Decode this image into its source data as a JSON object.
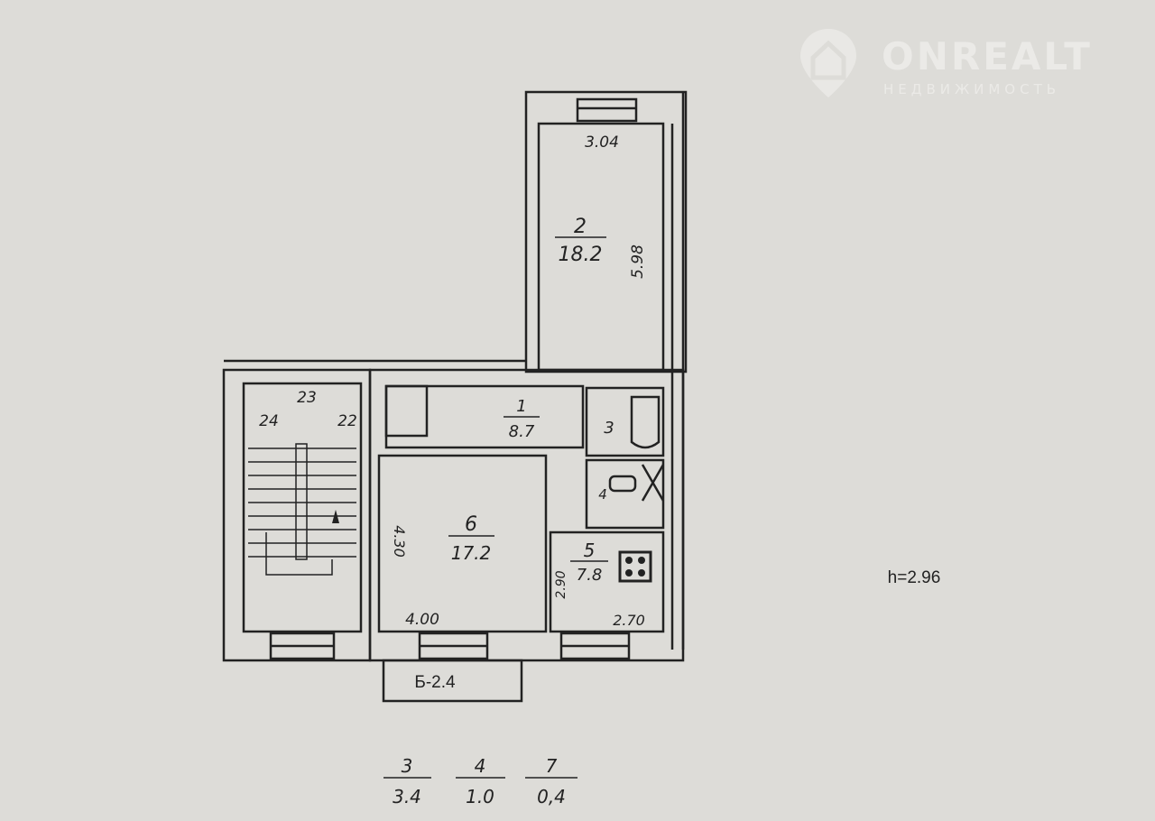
{
  "watermark": {
    "brand": "ONREALT",
    "subtitle": "НЕДВИЖИМОСТЬ"
  },
  "ceiling_height": "h=2.96",
  "balcony": "Б-2.4",
  "rooms": [
    {
      "number": "1",
      "area": "8.7"
    },
    {
      "number": "2",
      "area": "18.2",
      "width": "3.04",
      "length": "5.98"
    },
    {
      "number": "3"
    },
    {
      "number": "4"
    },
    {
      "number": "5",
      "area": "7.8",
      "width": "2.70",
      "length": "2.90"
    },
    {
      "number": "6",
      "area": "17.2",
      "width": "4.00",
      "length": "4.30"
    }
  ],
  "stair_labels": [
    "23",
    "24",
    "22"
  ],
  "summary": [
    {
      "number": "3",
      "area": "3.4"
    },
    {
      "number": "4",
      "area": "1.0"
    },
    {
      "number": "7",
      "area": "0,4"
    }
  ],
  "colors": {
    "paper": "#dddcd8",
    "ink": "#222222"
  }
}
